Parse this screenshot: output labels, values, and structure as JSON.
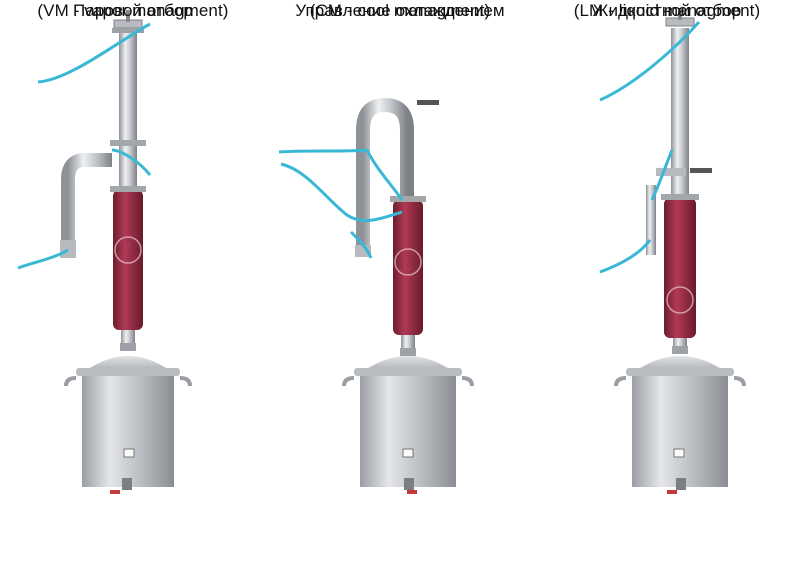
{
  "panels": [
    {
      "title": "Паровой отбор",
      "subtitle": "(VM - vapor managment)"
    },
    {
      "title": "Управление охлаждением",
      "subtitle": "(CM - cool managment)"
    },
    {
      "title": "Жидкостной отбор",
      "subtitle": "(LM - liquid managment)"
    }
  ],
  "colors": {
    "steel": "#c9ccd0",
    "steel_dark": "#8e9297",
    "insulation": "#9e2f46",
    "hose": "#39b8d6"
  }
}
